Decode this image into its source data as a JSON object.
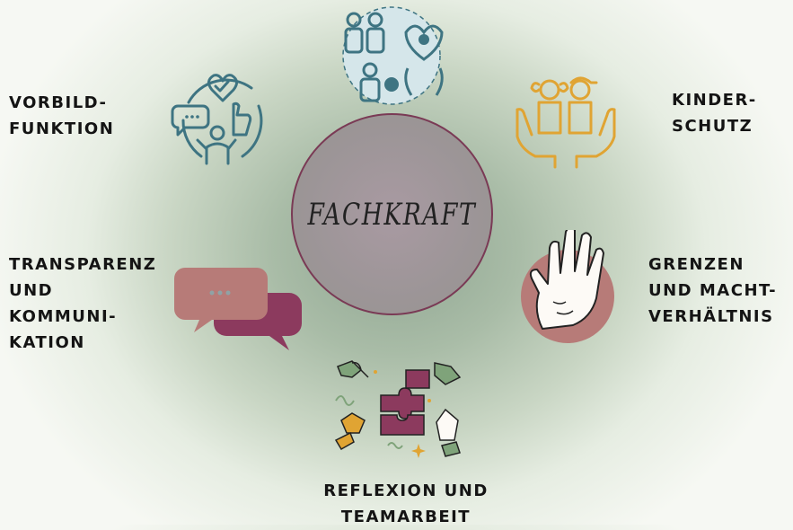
{
  "center": {
    "title": "FACHKRAFT"
  },
  "topics": {
    "vorbild": "VORBILD-\nFUNKTION",
    "kinderschutz": "KINDER-\nSCHUTZ",
    "transparenz": "TRANSPARENZ\nUND\nKOMMUNI-\nKATION",
    "grenzen": "GRENZEN\nUND MACHT-\nVERHÄLTNIS",
    "reflexion": "REFLEXION UND\nTEAMARBEIT"
  },
  "colors": {
    "teal": "#3e7482",
    "mustard": "#e0a433",
    "mauve": "#b77b78",
    "plum": "#8c3a5e",
    "circle_border": "#7a3a55"
  },
  "icons": {
    "vorbild": "role-model-icon",
    "kinderschutz": "child-protection-icon",
    "transparenz": "speech-bubbles-icon",
    "grenzen": "stop-hand-icon",
    "reflexion": "puzzle-teamwork-icon",
    "top": "family-community-icon"
  }
}
